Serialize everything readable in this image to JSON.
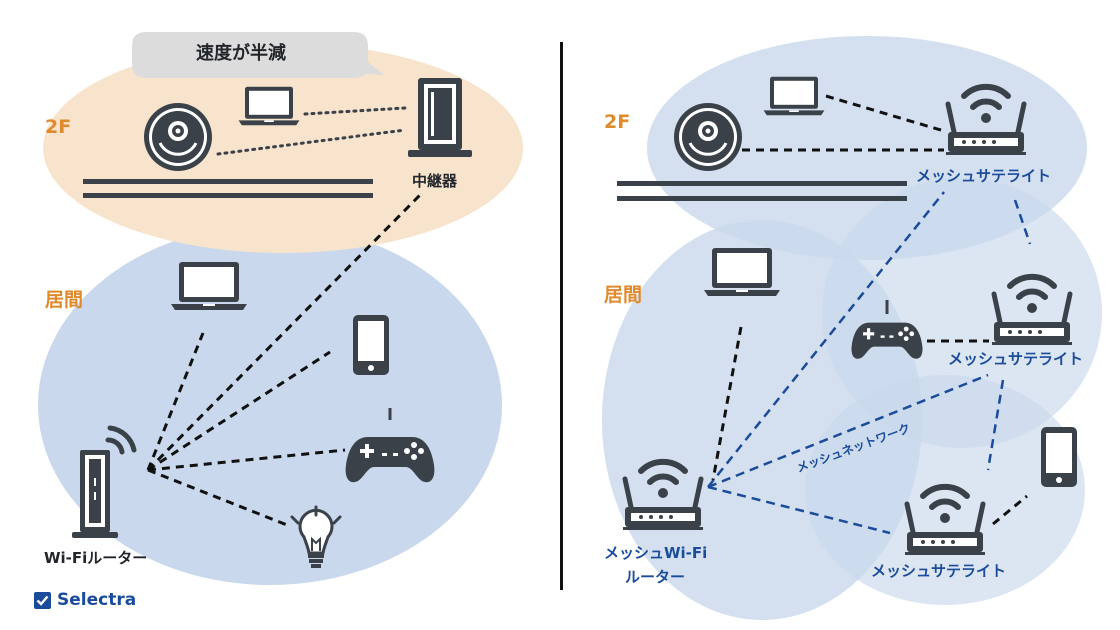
{
  "left": {
    "bubble_text": "速度が半減",
    "floor_2f": "2F",
    "floor_living": "居間",
    "repeater_label": "中継器",
    "router_label": "Wi-Fiルーター"
  },
  "right": {
    "floor_2f": "2F",
    "floor_living": "居間",
    "satellite_top": "メッシュサテライト",
    "satellite_mid": "メッシュサテライト",
    "satellite_bottom": "メッシュサテライト",
    "mesh_network": "メッシュネットワーク",
    "router_line1": "メッシュWi-Fi",
    "router_line2": "ルーター"
  },
  "brand": {
    "name": "Selectra"
  },
  "colors": {
    "peach": "#f8e4cc",
    "blue_zone": "#c9d8ec",
    "device": "#3a4149",
    "floor_label": "#e08a2e",
    "mesh_line": "#1b4c9c"
  }
}
